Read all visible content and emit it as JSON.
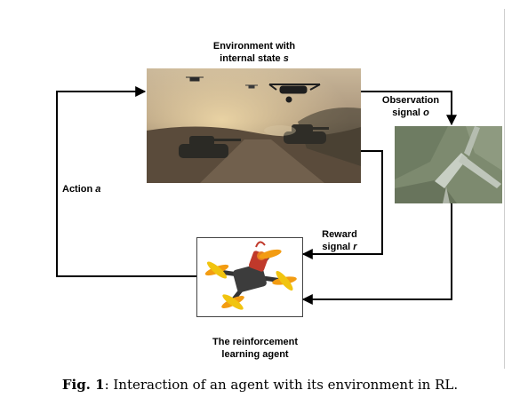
{
  "diagram": {
    "environment_label_line1": "Environment with",
    "environment_label_line2": "internal state",
    "environment_symbol": "s",
    "observation_label_line1": "Observation",
    "observation_label_line2": "signal",
    "observation_symbol": "o",
    "action_label": "Action",
    "action_symbol": "a",
    "reward_label_line1": "Reward",
    "reward_label_line2": "signal",
    "reward_symbol": "r",
    "agent_label_line1": "The reinforcement",
    "agent_label_line2": "learning agent"
  },
  "caption": {
    "prefix": "Fig. 1",
    "text": ": Interaction of an agent with its environment in RL."
  }
}
